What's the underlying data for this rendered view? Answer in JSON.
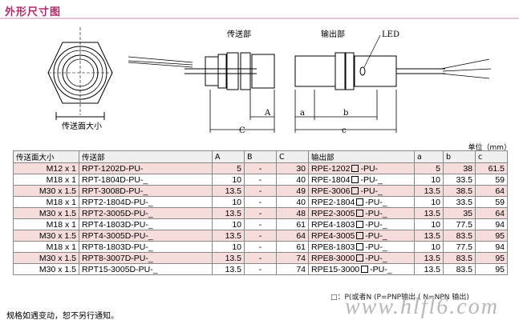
{
  "header": {
    "title": "外形尺寸图"
  },
  "drawing": {
    "front_label": "传送面大小",
    "sender_label": "传送部",
    "receiver_label": "输出部",
    "led_label": "LED",
    "dim_A": "A",
    "dim_C": "C",
    "dim_a": "a",
    "dim_b": "b",
    "dim_c": "c"
  },
  "unit_label": "单位（mm）",
  "table": {
    "headers": [
      "传送面大小",
      "传送部",
      "A",
      "B",
      "C",
      "输出部",
      "a",
      "b",
      "c"
    ],
    "rows": [
      {
        "size": "M12 x 1",
        "sender": "RPT-1202D-PU-",
        "A": "5",
        "B": "-",
        "C": "30",
        "out_pre": "RPE-1202",
        "out_post": "-PU-",
        "a": "5",
        "b": "38",
        "c": "61.5",
        "pink": true
      },
      {
        "size": "M18 x 1",
        "sender": "RPT-1804D-PU-_",
        "A": "10",
        "B": "-",
        "C": "40",
        "out_pre": "RPE-1804",
        "out_post": "-PU-_",
        "a": "10",
        "b": "33.5",
        "c": "59",
        "pink": false
      },
      {
        "size": "M30 x 1.5",
        "sender": "RPT-3008D-PU-_",
        "A": "13.5",
        "B": "-",
        "C": "49",
        "out_pre": "RPE-3006",
        "out_post": "-PU-_",
        "a": "13.5",
        "b": "38.5",
        "c": "64",
        "pink": true
      },
      {
        "size": "M18 x 1",
        "sender": "RPT2-1804D-PU-_",
        "A": "10",
        "B": "-",
        "C": "40",
        "out_pre": "RPE2-1804",
        "out_post": "-PU-_",
        "a": "10",
        "b": "33.5",
        "c": "59",
        "pink": false
      },
      {
        "size": "M30 x 1.5",
        "sender": "RPT2-3005D-PU-_",
        "A": "13.5",
        "B": "-",
        "C": "48",
        "out_pre": "RPE2-3005",
        "out_post": "-PU-_",
        "a": "13.5",
        "b": "35",
        "c": "64",
        "pink": true
      },
      {
        "size": "M18 x 1",
        "sender": "RPT4-1803D-PU-_",
        "A": "10",
        "B": "-",
        "C": "61",
        "out_pre": "RPE4-1803",
        "out_post": "-PU-_",
        "a": "10",
        "b": "77.5",
        "c": "94",
        "pink": false
      },
      {
        "size": "M30 x 1.5",
        "sender": "RPT4-3005D-PU-_",
        "A": "13.5",
        "B": "-",
        "C": "64",
        "out_pre": "RPE4-3005",
        "out_post": "-PU-_",
        "a": "13.5",
        "b": "83.5",
        "c": "95",
        "pink": true
      },
      {
        "size": "M18 x 1",
        "sender": "RPT8-1803D-PU-_",
        "A": "10",
        "B": "-",
        "C": "61",
        "out_pre": "RPE8-1803",
        "out_post": "-PU-_",
        "a": "10",
        "b": "77.5",
        "c": "94",
        "pink": false
      },
      {
        "size": "M30 x 1.5",
        "sender": "RPT8-3007D-PU-_",
        "A": "13.5",
        "B": "-",
        "C": "74",
        "out_pre": "RPE8-3000",
        "out_post": "-PU-_",
        "a": "13.5",
        "b": "83.5",
        "c": "95",
        "pink": true
      },
      {
        "size": "M30 x 1.5",
        "sender": "RPT15-3005D-PU-_",
        "A": "13.5",
        "B": "-",
        "C": "74",
        "out_pre": "RPE15-3000",
        "out_post": "-PU-_",
        "a": "13.5",
        "b": "83.5",
        "c": "95",
        "pink": false
      }
    ]
  },
  "legend": "□：P(或者N (P=PNP输出 ( N=NPN 输出)",
  "footer": "规格如遇变动，恕不另行通知。",
  "watermark": "www.hlfl6.com"
}
